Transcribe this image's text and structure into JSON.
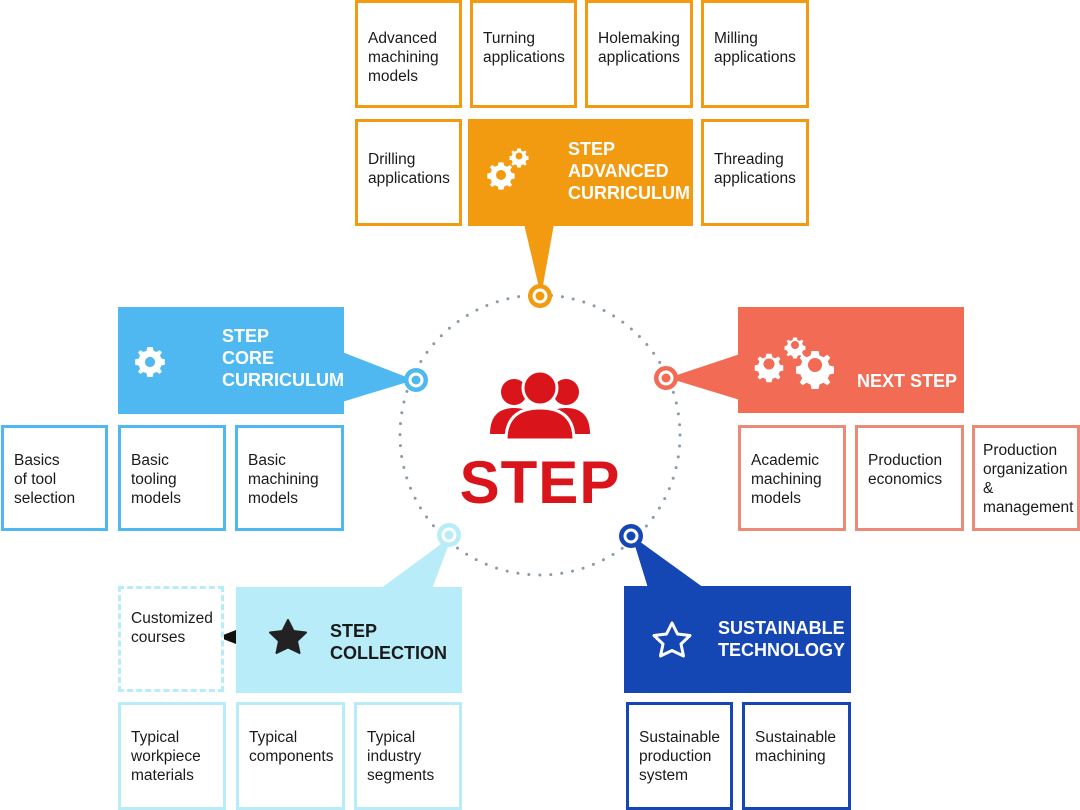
{
  "center": {
    "title": "STEP",
    "icon": "group-people-icon",
    "color": "#d9141b"
  },
  "colors": {
    "advanced": "#f29a10",
    "core": "#4fb8f0",
    "next": "#f26b55",
    "collection": "#b8ecf8",
    "sustainable": "#1446b4"
  },
  "advanced": {
    "title": "STEP\nADVANCED\nCURRICULUM",
    "icon": "gears-icon",
    "items": [
      "Advanced\nmachining\nmodels",
      "Turning\napplications",
      "Holemaking\napplications",
      "Milling\napplications",
      "Drilling\napplications",
      "Threading\napplications"
    ]
  },
  "core": {
    "title": "STEP\nCORE\nCURRICULUM",
    "icon": "gear-icon",
    "items": [
      "Basics\nof tool\nselection",
      "Basic\ntooling\nmodels",
      "Basic\nmachining\nmodels"
    ]
  },
  "next": {
    "title": "NEXT STEP",
    "icon": "gears-icon",
    "items": [
      "Academic\nmachining\nmodels",
      "Production\neconomics",
      "Production\norganization\n&\nmanagement"
    ]
  },
  "collection": {
    "title": "STEP\nCOLLECTION",
    "icon": "star-icon",
    "custom": "Customized\ncourses",
    "items": [
      "Typical\nworkpiece\nmaterials",
      "Typical\ncomponents",
      "Typical\nindustry\nsegments"
    ]
  },
  "sustainable": {
    "title": "SUSTAINABLE\nTECHNOLOGY",
    "icon": "star-outline-icon",
    "items": [
      "Sustainable\nproduction\nsystem",
      "Sustainable\nmachining"
    ]
  }
}
